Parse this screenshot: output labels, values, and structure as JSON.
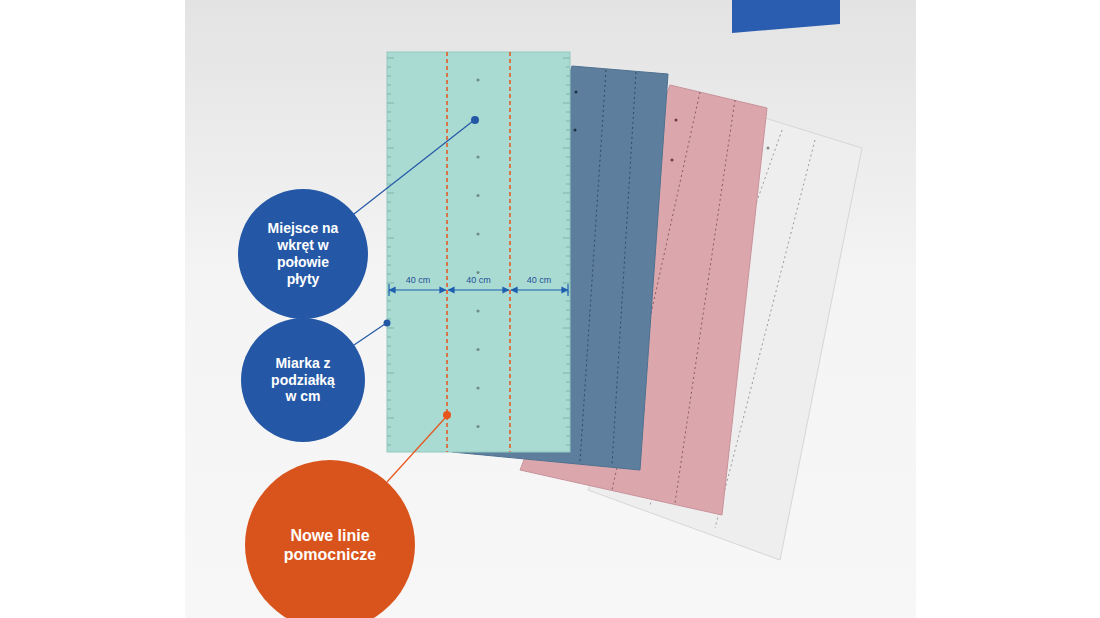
{
  "diagram": {
    "nodes": [
      {
        "text": [
          "Miejsce na wkręt w połowie płyty"
        ]
      },
      {
        "text": [
          "Miarka z podziałką w cm"
        ]
      },
      {
        "text": [
          "Nowe linie pomocnicze"
        ]
      }
    ],
    "labels": [
      "40 cm",
      "40 cm",
      "40 cm"
    ]
  }
}
